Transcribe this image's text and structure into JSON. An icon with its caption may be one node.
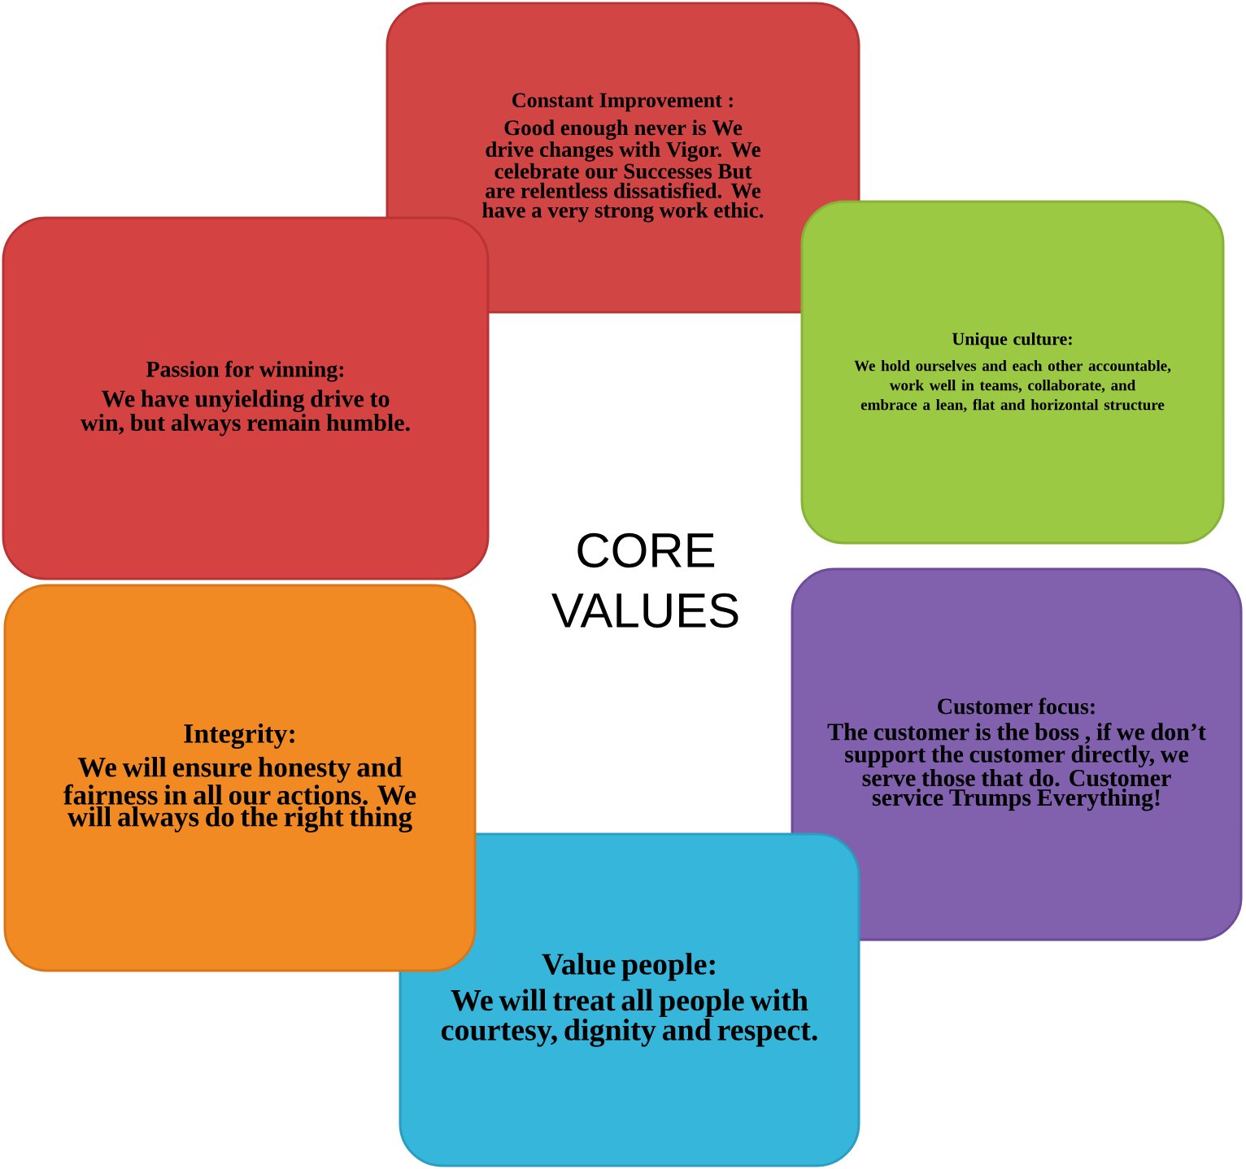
{
  "diagram": {
    "nodes": [
      {
        "text": [
          "Constant Improvement :",
          "Good enough never is We drive changes with Vigor. We celebrate our Successes But are relentless dissatisfied. We have a very strong work ethic."
        ]
      },
      {
        "text": [
          "Passion for winning:",
          "We have unyielding drive to win, but always remain humble."
        ]
      },
      {
        "text": [
          "Unique culture:",
          "We hold ourselves and each other accountable, work well in teams, collaborate, and embrace a lean, flat and horizontal structure"
        ]
      },
      {
        "text": [
          "Customer focus:",
          "The customer is the boss , if we don’t support the customer directly, we serve those that do. Customer service Trumps Everything!"
        ]
      },
      {
        "text": [
          "Value people:",
          "We will treat all people with courtesy, dignity and respect."
        ]
      },
      {
        "text": [
          "Integrity:",
          "We will ensure honesty and fairness in all our actions. We will always do the right thing"
        ]
      }
    ],
    "labels": [
      "CORE VALUES"
    ]
  }
}
